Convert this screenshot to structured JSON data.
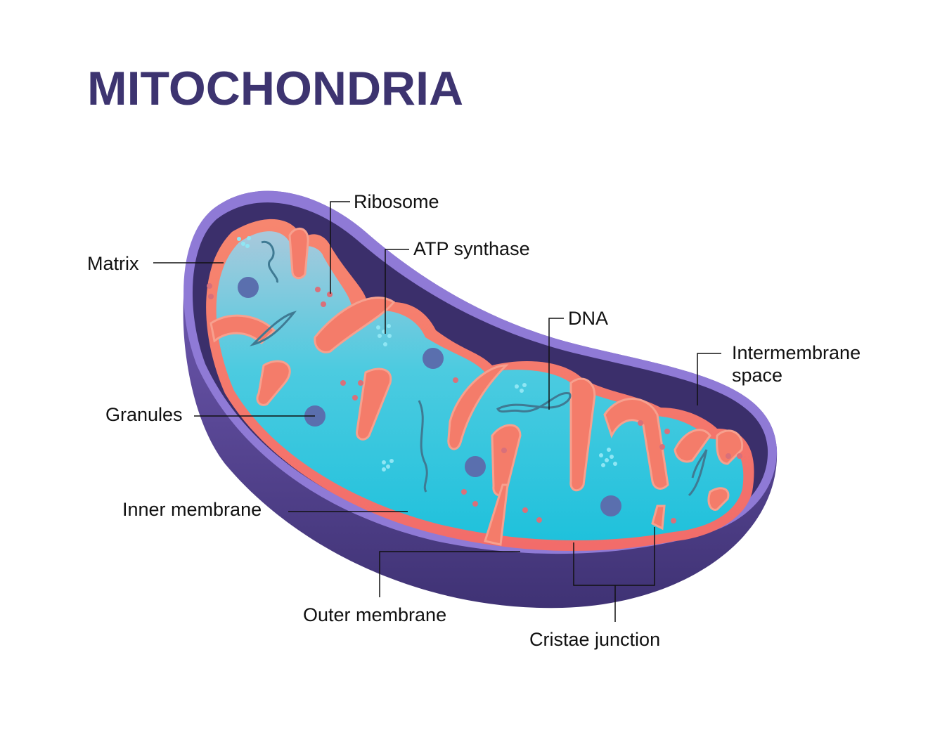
{
  "title": "MITOCHONDRIA",
  "labels": {
    "matrix": "Matrix",
    "ribosome": "Ribosome",
    "atp_synthase": "ATP synthase",
    "dna": "DNA",
    "intermembrane_space_line1": "Intermembrane",
    "intermembrane_space_line2": "space",
    "granules": "Granules",
    "inner_membrane": "Inner membrane",
    "outer_membrane": "Outer membrane",
    "cristae_junction": "Cristae junction"
  },
  "colors": {
    "title": "#3d3470",
    "outer_membrane": "#6b52a8",
    "outer_membrane_rim": "#8f7ad6",
    "intermembrane_space": "#3b2f6b",
    "inner_membrane": "#f47c6a",
    "matrix": "#2ec6dd",
    "matrix_light": "#9fc6dc",
    "granule": "#5a6fae",
    "ribosome": "#d9707a",
    "leader_line": "#111111"
  }
}
